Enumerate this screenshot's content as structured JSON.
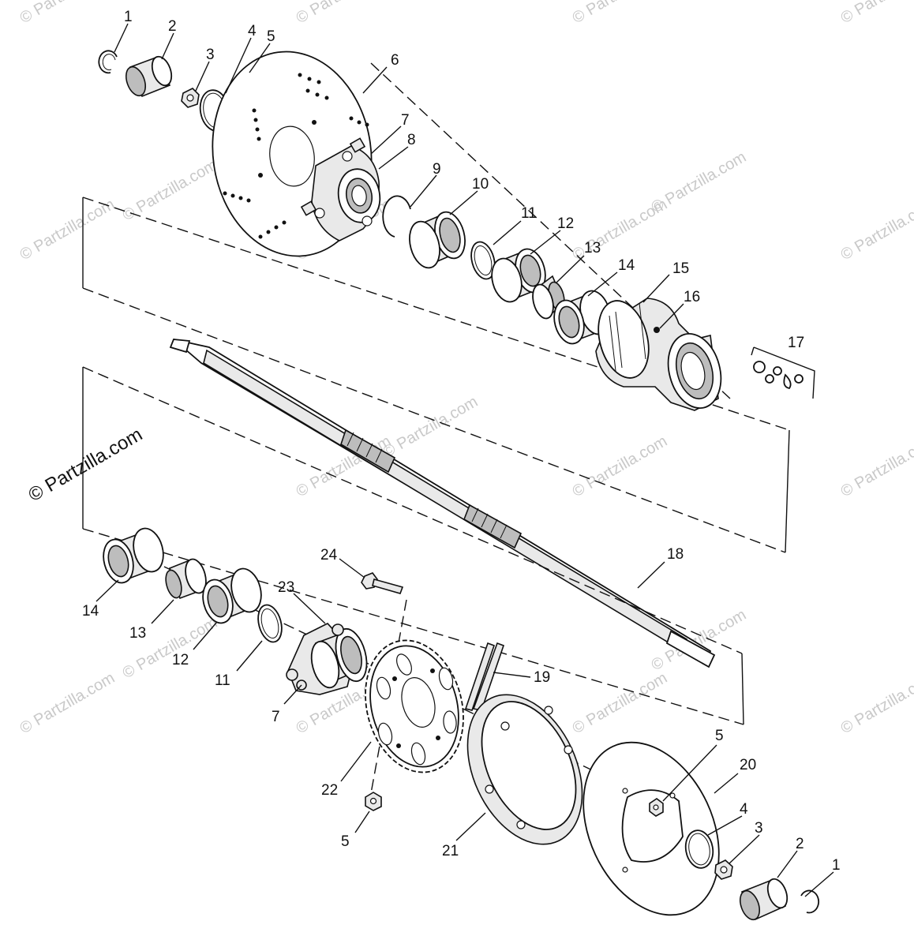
{
  "watermark": {
    "main": "© Partzilla.com",
    "faint": "© Partzilla.com"
  },
  "labels": {
    "p1a": "1",
    "p2a": "2",
    "p3a": "3",
    "p4a": "4",
    "p5a": "5",
    "p6": "6",
    "p7a": "7",
    "p8": "8",
    "p9": "9",
    "p10": "10",
    "p11a": "11",
    "p12a": "12",
    "p13a": "13",
    "p14a": "14",
    "p15": "15",
    "p16": "16",
    "p17": "17",
    "p18": "18",
    "p14b": "14",
    "p13b": "13",
    "p12b": "12",
    "p11b": "11",
    "p24": "24",
    "p23": "23",
    "p7b": "7",
    "p19": "19",
    "p22": "22",
    "p5b": "5",
    "p21": "21",
    "p5c": "5",
    "p20": "20",
    "p4b": "4",
    "p3b": "3",
    "p2b": "2",
    "p1b": "1"
  }
}
